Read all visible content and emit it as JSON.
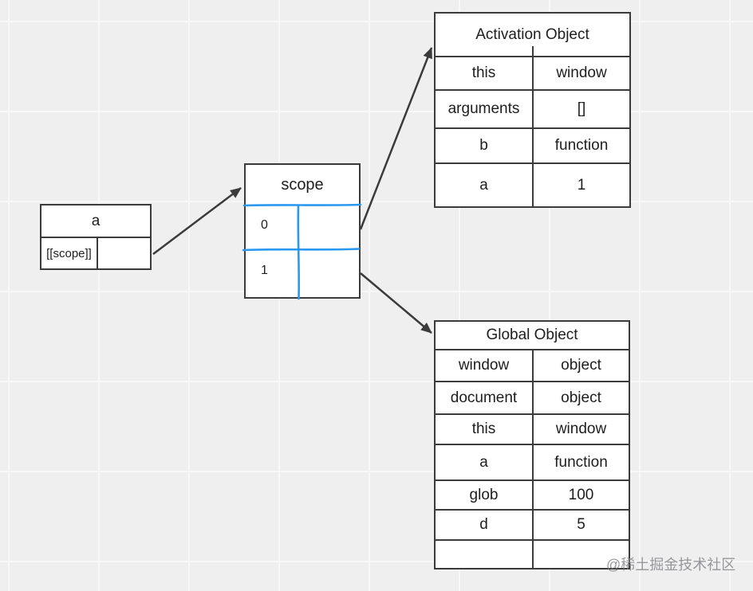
{
  "watermark": "@稀土掘金技术社区",
  "a_box": {
    "title": "a",
    "property": "[[scope]]"
  },
  "scope_box": {
    "title": "scope",
    "index0": "0",
    "index1": "1"
  },
  "activation": {
    "title": "Activation Object",
    "rows": [
      {
        "key": "this",
        "value": "window"
      },
      {
        "key": "arguments",
        "value": "[]"
      },
      {
        "key": "b",
        "value": "function"
      },
      {
        "key": "a",
        "value": "1"
      }
    ]
  },
  "global": {
    "title": "Global Object",
    "rows": [
      {
        "key": "window",
        "value": "object"
      },
      {
        "key": "document",
        "value": "object"
      },
      {
        "key": "this",
        "value": "window"
      },
      {
        "key": "a",
        "value": "function"
      },
      {
        "key": "glob",
        "value": "100"
      },
      {
        "key": "d",
        "value": "5"
      },
      {
        "key": "",
        "value": ""
      }
    ]
  },
  "colors": {
    "accent_blue": "#2b98f0",
    "stroke": "#3b3b3b",
    "background": "#f0eff0"
  }
}
